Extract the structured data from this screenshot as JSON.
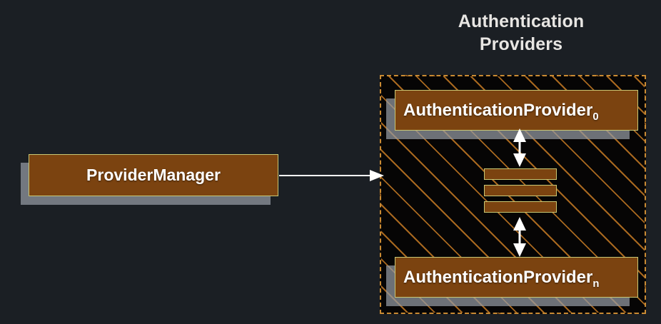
{
  "diagram": {
    "background_color": "#1b1f24",
    "group": {
      "title": "Authentication\nProviders",
      "border_color": "#c98a33",
      "fill_color": "#060505",
      "hatch_color": "#a8681f"
    },
    "nodes": {
      "provider_manager": {
        "label": "ProviderManager"
      },
      "auth_provider_first": {
        "label": "AuthenticationProvider",
        "subscript": "0"
      },
      "auth_provider_last": {
        "label": "AuthenticationProvider",
        "subscript": "n"
      }
    },
    "ellipsis": {
      "bars": [
        "bar-1",
        "bar-2",
        "bar-3"
      ]
    },
    "connectors": [
      {
        "name": "manager-to-providers",
        "style": "single-arrow",
        "color": "#ffffff"
      },
      {
        "name": "first-provider-to-ellipsis",
        "style": "double-arrow",
        "color": "#ffffff"
      },
      {
        "name": "ellipsis-to-last-provider",
        "style": "double-arrow",
        "color": "#ffffff"
      }
    ],
    "colors": {
      "node_fill": "#7b4310",
      "node_border": "#c9c774",
      "node_text": "#ffffff",
      "shadow": "#969ba3",
      "title_text": "#e8e6e3"
    }
  }
}
